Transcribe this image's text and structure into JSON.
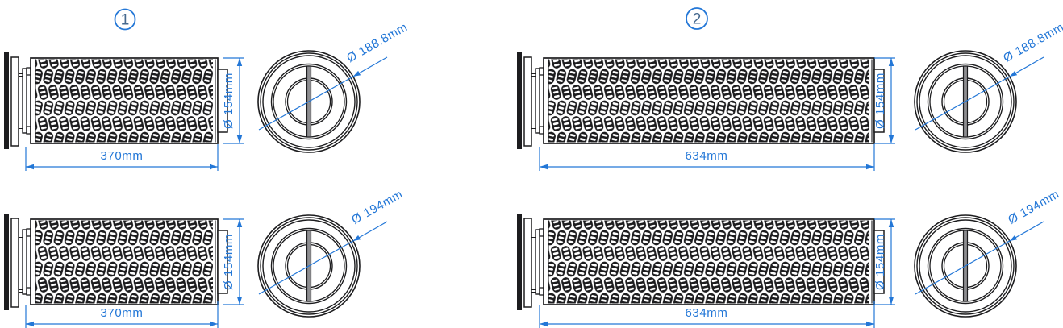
{
  "drawing": {
    "colors": {
      "dimension_blue": "#2377d7",
      "linework_dark": "#1d1d1f"
    },
    "groups": [
      {
        "label": "1",
        "rows": [
          {
            "length": "370mm",
            "side_diameter": "Ø 154mm",
            "front_diameter": "Ø 188.8mm"
          },
          {
            "length": "370mm",
            "side_diameter": "Ø 154mm",
            "front_diameter": "Ø 194mm"
          }
        ]
      },
      {
        "label": "2",
        "rows": [
          {
            "length": "634mm",
            "side_diameter": "Ø 154mm",
            "front_diameter": "Ø 188.8mm"
          },
          {
            "length": "634mm",
            "side_diameter": "Ø 154mm",
            "front_diameter": "Ø 194mm"
          }
        ]
      }
    ]
  }
}
